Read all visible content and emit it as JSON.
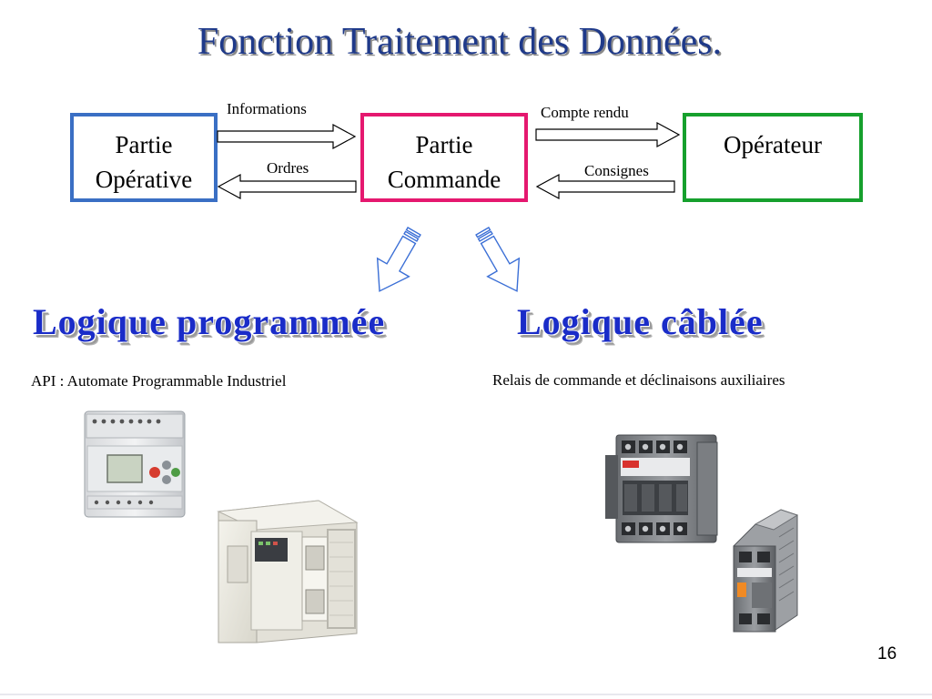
{
  "slide": {
    "title": "Fonction Traitement des Données.",
    "page_number": "16"
  },
  "boxes": {
    "partie_operative": {
      "line1": "Partie",
      "line2": "Opérative",
      "border_color": "#3a6fc4"
    },
    "partie_commande": {
      "line1": "Partie",
      "line2": "Commande",
      "border_color": "#e5186f"
    },
    "operateur": {
      "line1": "Opérateur",
      "border_color": "#16a02d"
    }
  },
  "flows": {
    "informations": "Informations",
    "ordres": "Ordres",
    "compte_rendu": "Compte rendu",
    "consignes": "Consignes"
  },
  "logic": {
    "programmee": {
      "title": "Logique programmée",
      "description": "API : Automate Programmable Industriel"
    },
    "cablee": {
      "title": "Logique câblée",
      "description": "Relais de commande et déclinaisons auxiliaires"
    }
  },
  "colors": {
    "title": "#1f3a8a",
    "logic_title": "#1a2cc8"
  }
}
